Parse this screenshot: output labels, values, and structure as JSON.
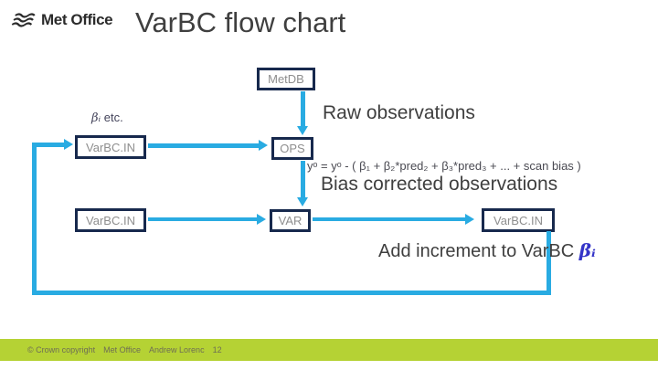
{
  "slide": {
    "logo_text": "Met Office",
    "title": "VarBC flow chart",
    "footer": {
      "copyright": "© Crown copyright",
      "org": "Met Office",
      "author": "Andrew Lorenc",
      "page": "12"
    }
  },
  "flowchart": {
    "nodes": {
      "metdb": "MetDB",
      "varbc_top": "VarBC.IN",
      "ops": "OPS",
      "varbc_mid": "VarBC.IN",
      "var": "VAR",
      "varbc_right": "VarBC.IN"
    },
    "labels": {
      "beta_i": "βᵢ",
      "beta_etc_suffix": " etc.",
      "raw_observations": "Raw observations",
      "formula": "yᵒ = yᵒ - ( β₁ + β₂*pred₂ + β₃*pred₃ + ... + scan bias )",
      "bias_corrected": "Bias corrected observations",
      "add_increment": "Add increment to VarBC ",
      "add_increment_beta": "βᵢ"
    }
  },
  "colors": {
    "arrow": "#29abe2",
    "box_border": "#17294d",
    "box_text": "#8e8e8e",
    "title_text": "#3f3f3f",
    "beta_blue": "#3434c8",
    "footer_bg": "#b5d234",
    "footer_text": "#6e6e54"
  }
}
